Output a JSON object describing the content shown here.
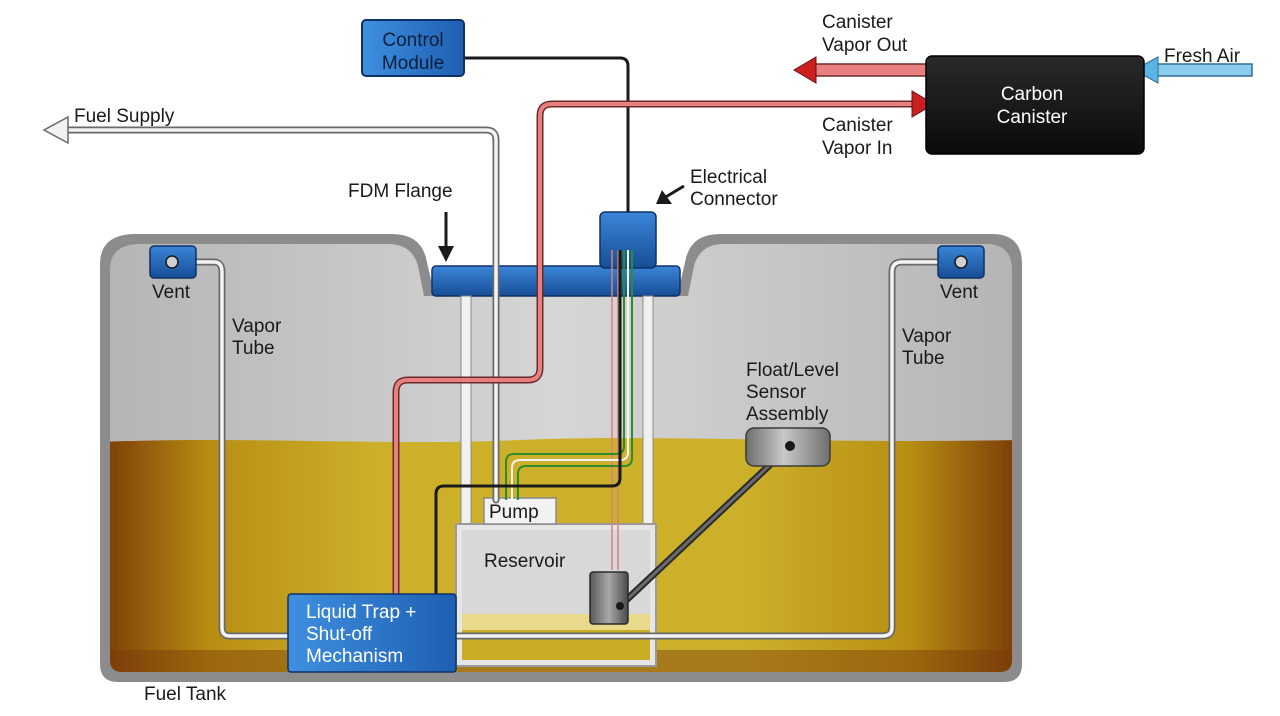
{
  "labels": {
    "control_module": [
      "Control",
      "Module"
    ],
    "fuel_supply": "Fuel Supply",
    "canister_vapor_out": [
      "Canister",
      "Vapor Out"
    ],
    "fresh_air": "Fresh Air",
    "carbon_canister": [
      "Carbon",
      "Canister"
    ],
    "canister_vapor_in": [
      "Canister",
      "Vapor In"
    ],
    "fdm_flange": "FDM Flange",
    "electrical_connector": [
      "Electrical",
      "Connector"
    ],
    "vent_left": "Vent",
    "vent_right": "Vent",
    "vapor_tube_left": [
      "Vapor",
      "Tube"
    ],
    "vapor_tube_right": [
      "Vapor",
      "Tube"
    ],
    "float_level_sensor": [
      "Float/Level",
      "Sensor",
      "Assembly"
    ],
    "pump": "Pump",
    "reservoir": "Reservoir",
    "liquid_trap": [
      "Liquid Trap +",
      "Shut-off",
      "Mechanism"
    ],
    "fuel_tank": "Fuel Tank"
  },
  "colors": {
    "tank_shell": "#a3a3a3",
    "tank_interior": "#c9c9c9",
    "fuel": "#c8a91a",
    "fuel_dark": "#7a3a08",
    "vapor_line": "#e07575",
    "flange_blue": "#1f5fb0",
    "canister": "#111111",
    "fresh_air_arrow": "#5bb4e6",
    "signal_green": "#2e8b2e"
  }
}
